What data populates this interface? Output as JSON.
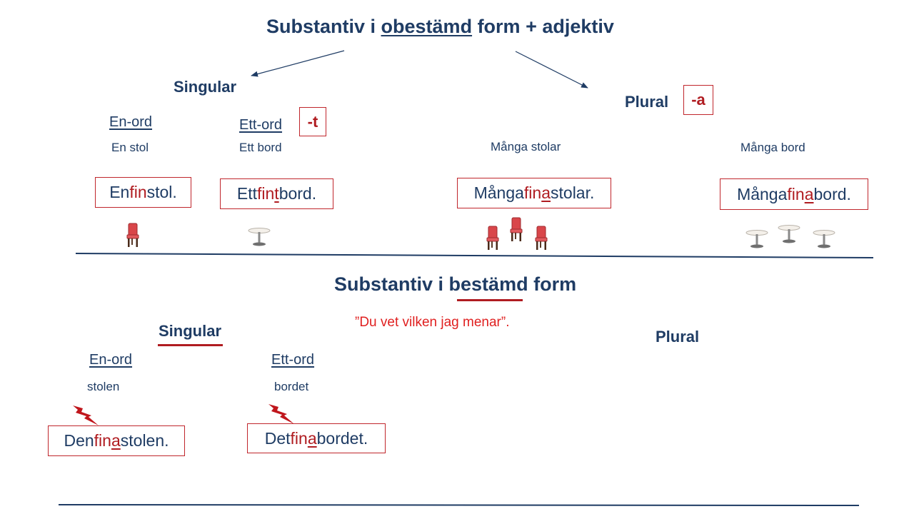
{
  "top": {
    "title_pre": "Substantiv i ",
    "title_em": "obestämd",
    "title_post": " form + adjektiv",
    "singular": "Singular",
    "plural": "Plural",
    "plural_suffix": "-a",
    "en_ord": "En-ord",
    "ett_ord": "Ett-ord",
    "ett_suffix": "-t",
    "en_example": "En stol",
    "ett_example": "Ett bord",
    "plural_example_1": "Många stolar",
    "plural_example_2": "Många bord",
    "box_en": {
      "pre": "En ",
      "adj": "fin",
      "post": " stol."
    },
    "box_ett": {
      "pre": "Ett ",
      "adj_stem": "fin",
      "adj_end": "t",
      "post": " bord."
    },
    "box_pl1": {
      "pre": "Många ",
      "adj_stem": "fin",
      "adj_end": "a",
      "post": " stolar."
    },
    "box_pl2": {
      "pre": "Många ",
      "adj_stem": "fin",
      "adj_end": "a",
      "post": " bord."
    }
  },
  "bottom": {
    "title_pre": "Substantiv i ",
    "title_em": "bestämd",
    "title_post": " form",
    "quote": "”Du vet vilken jag menar”.",
    "singular": "Singular",
    "plural": "Plural",
    "en_ord": "En-ord",
    "ett_ord": "Ett-ord",
    "en_example": "stolen",
    "ett_example": "bordet",
    "box_en": {
      "pre": "Den ",
      "adj_stem": "fin",
      "adj_end": "a",
      "post": " stolen."
    },
    "box_ett": {
      "pre": "Det ",
      "adj_stem": "fin",
      "adj_end": "a",
      "post": " bordet."
    }
  },
  "colors": {
    "navy": "#1f3c64",
    "accent_red": "#b01c21",
    "quote_red": "#e02020",
    "chair_red": "#d9464a"
  },
  "icons": {
    "chair": "chair-icon",
    "table": "table-icon",
    "lightning": "lightning-icon",
    "arrow": "arrow-icon"
  }
}
